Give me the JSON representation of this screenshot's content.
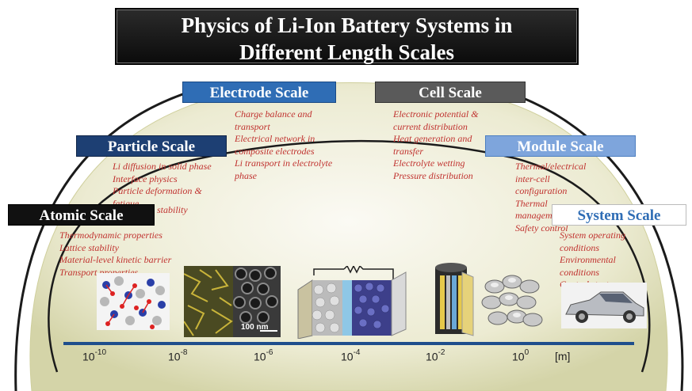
{
  "title": {
    "line1": "Physics of Li-Ion Battery Systems in",
    "line2": "Different Length Scales"
  },
  "scales": {
    "electrode": {
      "label": "Electrode Scale",
      "items": [
        "Charge balance and",
        "transport",
        "Electrical network in",
        "composite electrodes",
        "Li transport  in electrolyte",
        "phase"
      ]
    },
    "cell": {
      "label": "Cell Scale",
      "items": [
        "Electronic potential &",
        "current distribution",
        "Heat generation and",
        "transfer",
        "Electrolyte wetting",
        "Pressure distribution"
      ]
    },
    "particle": {
      "label": "Particle Scale",
      "items": [
        "Li diffusion in solid phase",
        "Interface physics",
        "Particle deformation &",
        "fatigue",
        "stability"
      ]
    },
    "module": {
      "label": "Module Scale",
      "items": [
        "Thermal/electrical",
        "inter-cell",
        "configuration",
        "Thermal",
        "management",
        "Safety control"
      ]
    },
    "atomic": {
      "label": "Atomic Scale",
      "items": [
        "Thermodynamic properties",
        "Lattice stability",
        "Material-level kinetic barrier",
        "Transport properties"
      ]
    },
    "system": {
      "label": "System Scale",
      "items": [
        "System operating",
        "conditions",
        "Environmental",
        "conditions",
        "Control strategy"
      ]
    }
  },
  "axis": {
    "ticks": [
      {
        "base": "10",
        "exp": "-10"
      },
      {
        "base": "10",
        "exp": "-8"
      },
      {
        "base": "10",
        "exp": "-6"
      },
      {
        "base": "10",
        "exp": "-4"
      },
      {
        "base": "10",
        "exp": "-2"
      },
      {
        "base": "10",
        "exp": "0"
      }
    ],
    "unit": "[m]"
  },
  "images": {
    "scale_bar_label": "100 nm"
  },
  "colors": {
    "electrode": "#2f6db5",
    "cell": "#5a5a5a",
    "particle": "#1d3f73",
    "module": "#7ea5dc",
    "atomic": "#111111",
    "system": "#ffffff",
    "axis": "#1f4e8c",
    "text": "#c0322f"
  }
}
